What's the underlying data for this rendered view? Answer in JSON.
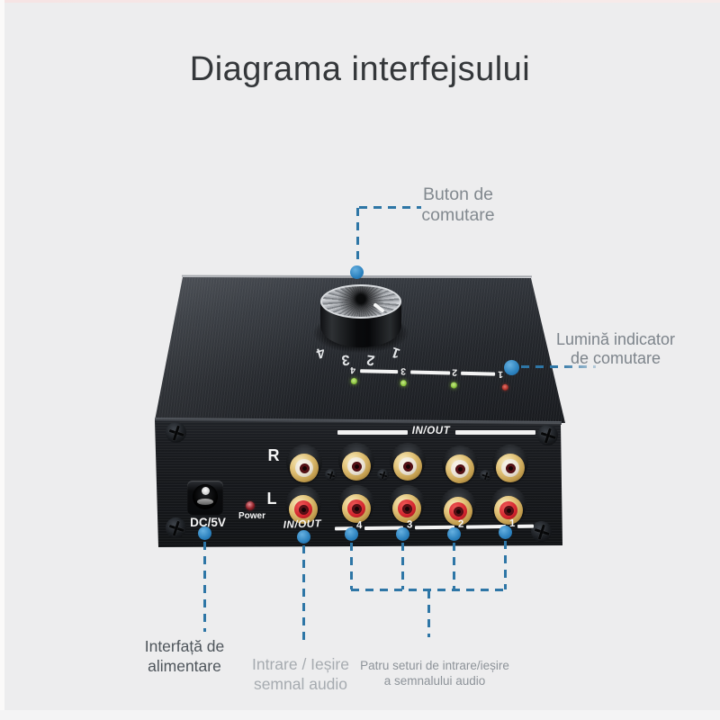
{
  "title": "Diagrama interfejsului",
  "colors": {
    "callout_dot_blue": "#2a80bd",
    "callout_dash_blue": "#2e76a6",
    "indicator_led_green": "#8dc63f",
    "indicator_led_red": "#b5342c",
    "rca_top_ring": "#e9e1d2",
    "rca_bottom_ring": "#d2242d",
    "rca_gold": "#e2c379"
  },
  "callouts": {
    "knob": {
      "line1": "Buton de",
      "line2": "comutare"
    },
    "indicator": {
      "line1": "Lumină indicator",
      "line2": "de comutare"
    },
    "power": {
      "line1": "Interfață de",
      "line2": "alimentare"
    },
    "io": {
      "line1": "Intrare / Ieșire",
      "line2": "semnal audio"
    },
    "four_sets": {
      "line1": "Patru seturi de intrare/ieșire",
      "line2": "a semnalului audio"
    }
  },
  "device": {
    "knob_numbers": [
      "4",
      "3",
      "2",
      "1"
    ],
    "indicator": {
      "numbers": [
        "4",
        "3",
        "2",
        "1"
      ],
      "led_states": [
        "green",
        "green",
        "green",
        "red"
      ]
    },
    "panel": {
      "io_top_label": "IN/OUT",
      "row_right": "R",
      "row_left": "L",
      "io_column_label": "IN/OUT",
      "port_numbers": [
        "4",
        "3",
        "2",
        "1"
      ],
      "dc_label": "DC/5V",
      "power_label": "Power"
    }
  }
}
